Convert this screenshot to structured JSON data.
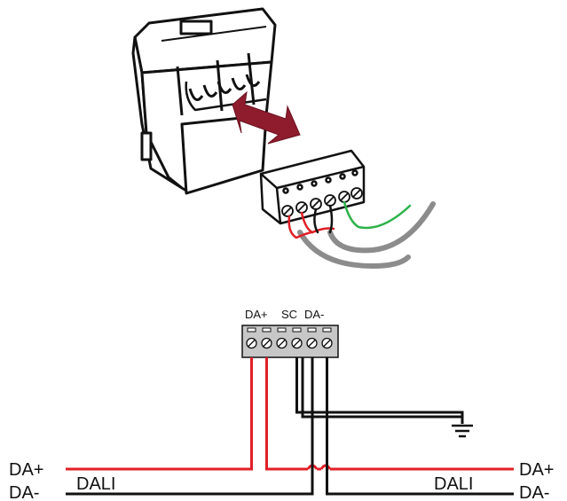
{
  "terminal_labels": {
    "da_plus": "DA+",
    "sc": "SC",
    "da_minus": "DA-"
  },
  "left_bus": {
    "da_plus": "DA+",
    "da_minus": "DA-",
    "bus_name": "DALI"
  },
  "right_bus": {
    "da_plus": "DA+",
    "da_minus": "DA-",
    "bus_name": "DALI"
  },
  "colors": {
    "da_plus_wire": "#e01f26",
    "da_minus_wire": "#111111",
    "shield_wire": "#2db24a",
    "cable_jacket": "#8c8c8c",
    "terminal_block": "#c7c7c7",
    "insert_arrow": "#8e1c2c"
  },
  "icons": {
    "ground": "ground-icon",
    "insert_arrow": "double-arrow-icon"
  }
}
